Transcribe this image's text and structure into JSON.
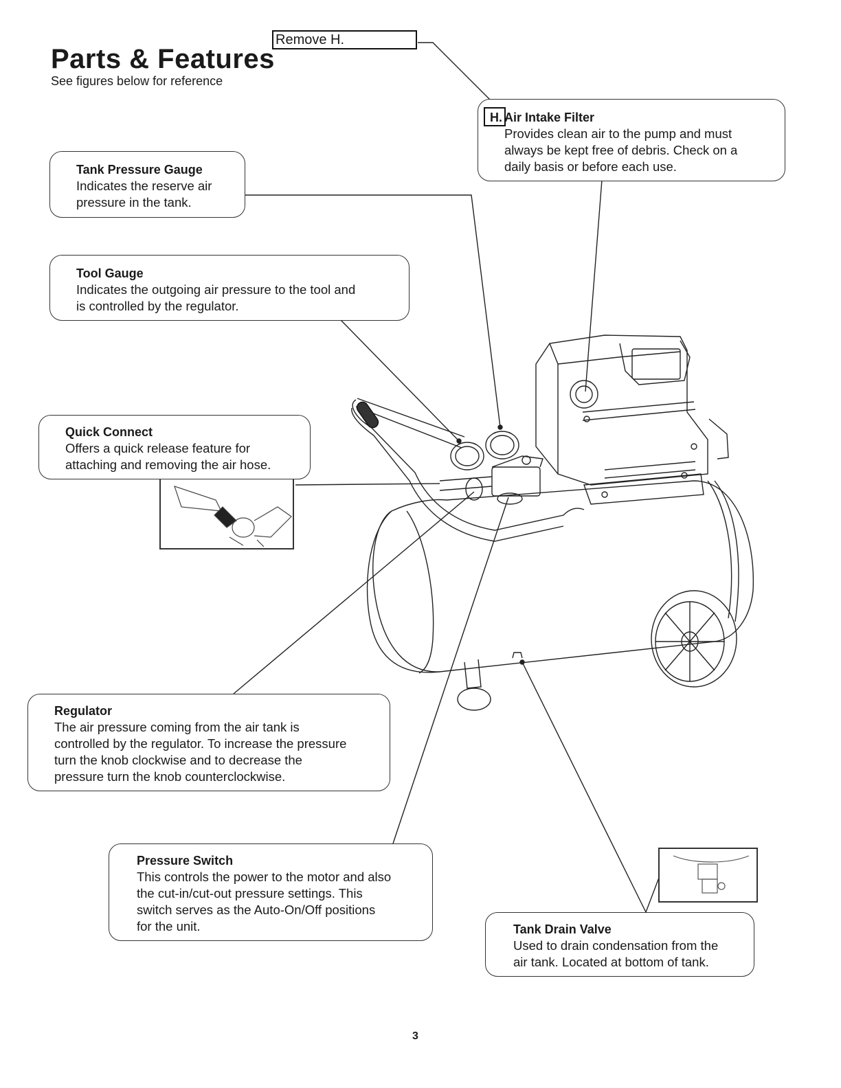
{
  "page": {
    "title": "Parts & Features",
    "subtitle": "See figures below for reference",
    "note": "Remove H.",
    "page_number": "3"
  },
  "callouts": {
    "air_intake_filter": {
      "letter": "H.",
      "title": "Air Intake Filter",
      "lines": [
        "Provides clean air to the pump and must",
        "always be kept free of debris. Check on a",
        "daily basis or before each use."
      ]
    },
    "tank_pressure_gauge": {
      "title": "Tank Pressure Gauge",
      "lines": [
        "Indicates the reserve air",
        "pressure in the tank."
      ]
    },
    "tool_gauge": {
      "title": "Tool Gauge",
      "lines": [
        "Indicates the outgoing air pressure to the tool and",
        "is controlled by the regulator."
      ]
    },
    "quick_connect": {
      "title": "Quick Connect",
      "lines": [
        "Offers a quick release feature for",
        "attaching and removing the air hose."
      ]
    },
    "regulator": {
      "title": "Regulator",
      "lines": [
        "The air pressure coming from the air tank is",
        "controlled by the regulator. To increase the pressure",
        "turn the knob clockwise and to decrease the",
        "pressure turn the knob counterclockwise."
      ]
    },
    "pressure_switch": {
      "title": "Pressure Switch",
      "lines": [
        "This controls the power to the motor and also",
        "the cut-in/cut-out pressure settings. This",
        "switch serves as the Auto-On/Off positions",
        "for the unit."
      ]
    },
    "tank_drain_valve": {
      "title": "Tank Drain Valve",
      "lines": [
        "Used to drain condensation from the",
        "air tank. Located at bottom of tank."
      ]
    }
  },
  "colors": {
    "ink": "#1a1a1a",
    "line": "#333333",
    "background": "#ffffff"
  }
}
